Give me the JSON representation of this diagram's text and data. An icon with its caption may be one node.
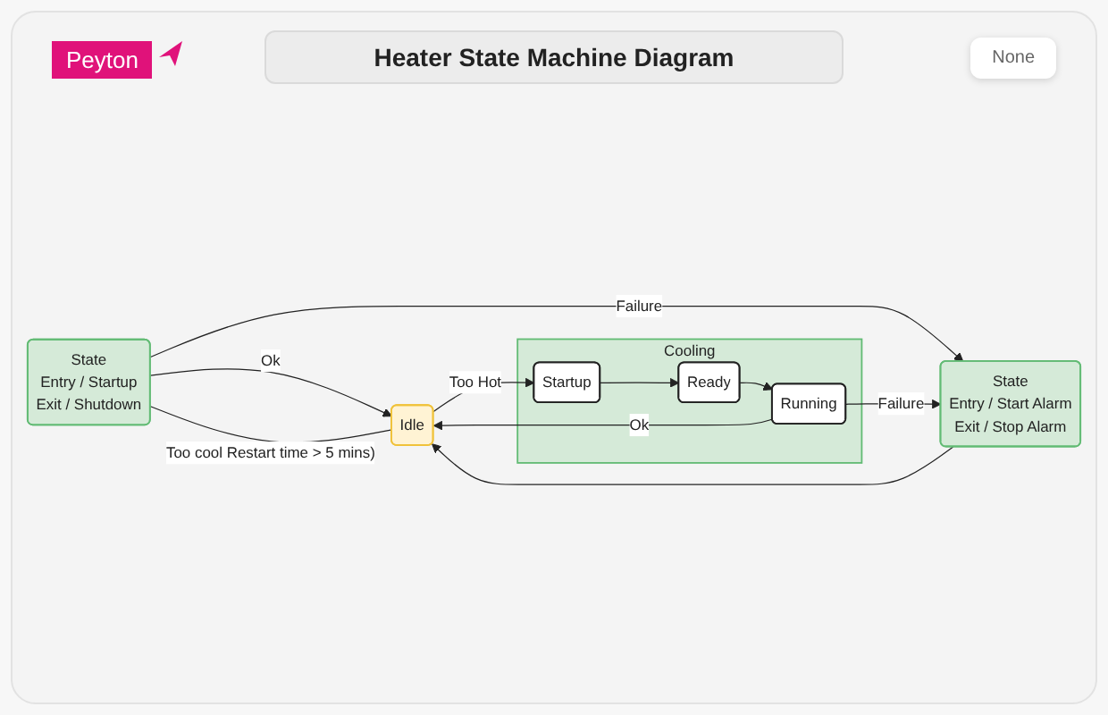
{
  "diagram": {
    "title": "Heater State Machine Diagram",
    "nodes": [
      {
        "text": [
          "State",
          "Entry / Startup",
          "Exit / Shutdown"
        ]
      },
      {
        "text": [
          "Idle"
        ]
      },
      {
        "text": [
          "Cooling"
        ]
      },
      {
        "text": [
          "Startup"
        ],
        "in": 2
      },
      {
        "text": [
          "Ready"
        ],
        "in": 2
      },
      {
        "text": [
          "Running"
        ],
        "in": 2
      },
      {
        "text": [
          "State",
          "Entry / Start Alarm",
          "Exit / Stop Alarm"
        ]
      }
    ],
    "edges": [
      {
        "from": 0,
        "to": 1,
        "arrow": "to",
        "label": "Ok"
      },
      {
        "from": 1,
        "to": 3,
        "arrow": "to",
        "label": "Too Hot"
      },
      {
        "from": 3,
        "to": 4,
        "arrow": "to"
      },
      {
        "from": 4,
        "to": 5,
        "arrow": "to"
      },
      {
        "from": 0,
        "to": 1,
        "arrow": "none",
        "label": "Too cool Restart time > 5 mins)"
      },
      {
        "from": 6,
        "to": 1,
        "arrow": "to"
      },
      {
        "from": 5,
        "to": 1,
        "arrow": "to",
        "label": "Ok"
      },
      {
        "from": 0,
        "to": 6,
        "arrow": "to",
        "label": "Failure"
      },
      {
        "from": 5,
        "to": 6,
        "arrow": "to",
        "label": "Failure"
      }
    ],
    "labels": [
      "Peyton",
      "None"
    ]
  }
}
